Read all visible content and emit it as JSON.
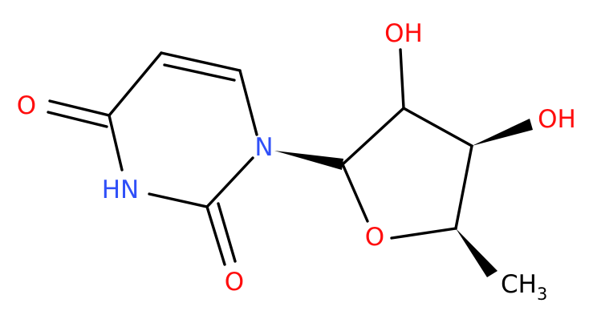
{
  "molecule": {
    "atom_labels": {
      "o_carbonyl_top": "O",
      "o_carbonyl_bottom": "O",
      "nh": "HN",
      "n_glyco": "N",
      "o_ring": "O",
      "oh_top": "OH",
      "oh_right": "OH",
      "ch3_main": "CH",
      "ch3_sub": "3"
    },
    "colors": {
      "bond": "#000000",
      "oxygen": "#ff0d0d",
      "nitrogen": "#3050f8",
      "carbon": "#000000",
      "background": "#ffffff"
    }
  }
}
